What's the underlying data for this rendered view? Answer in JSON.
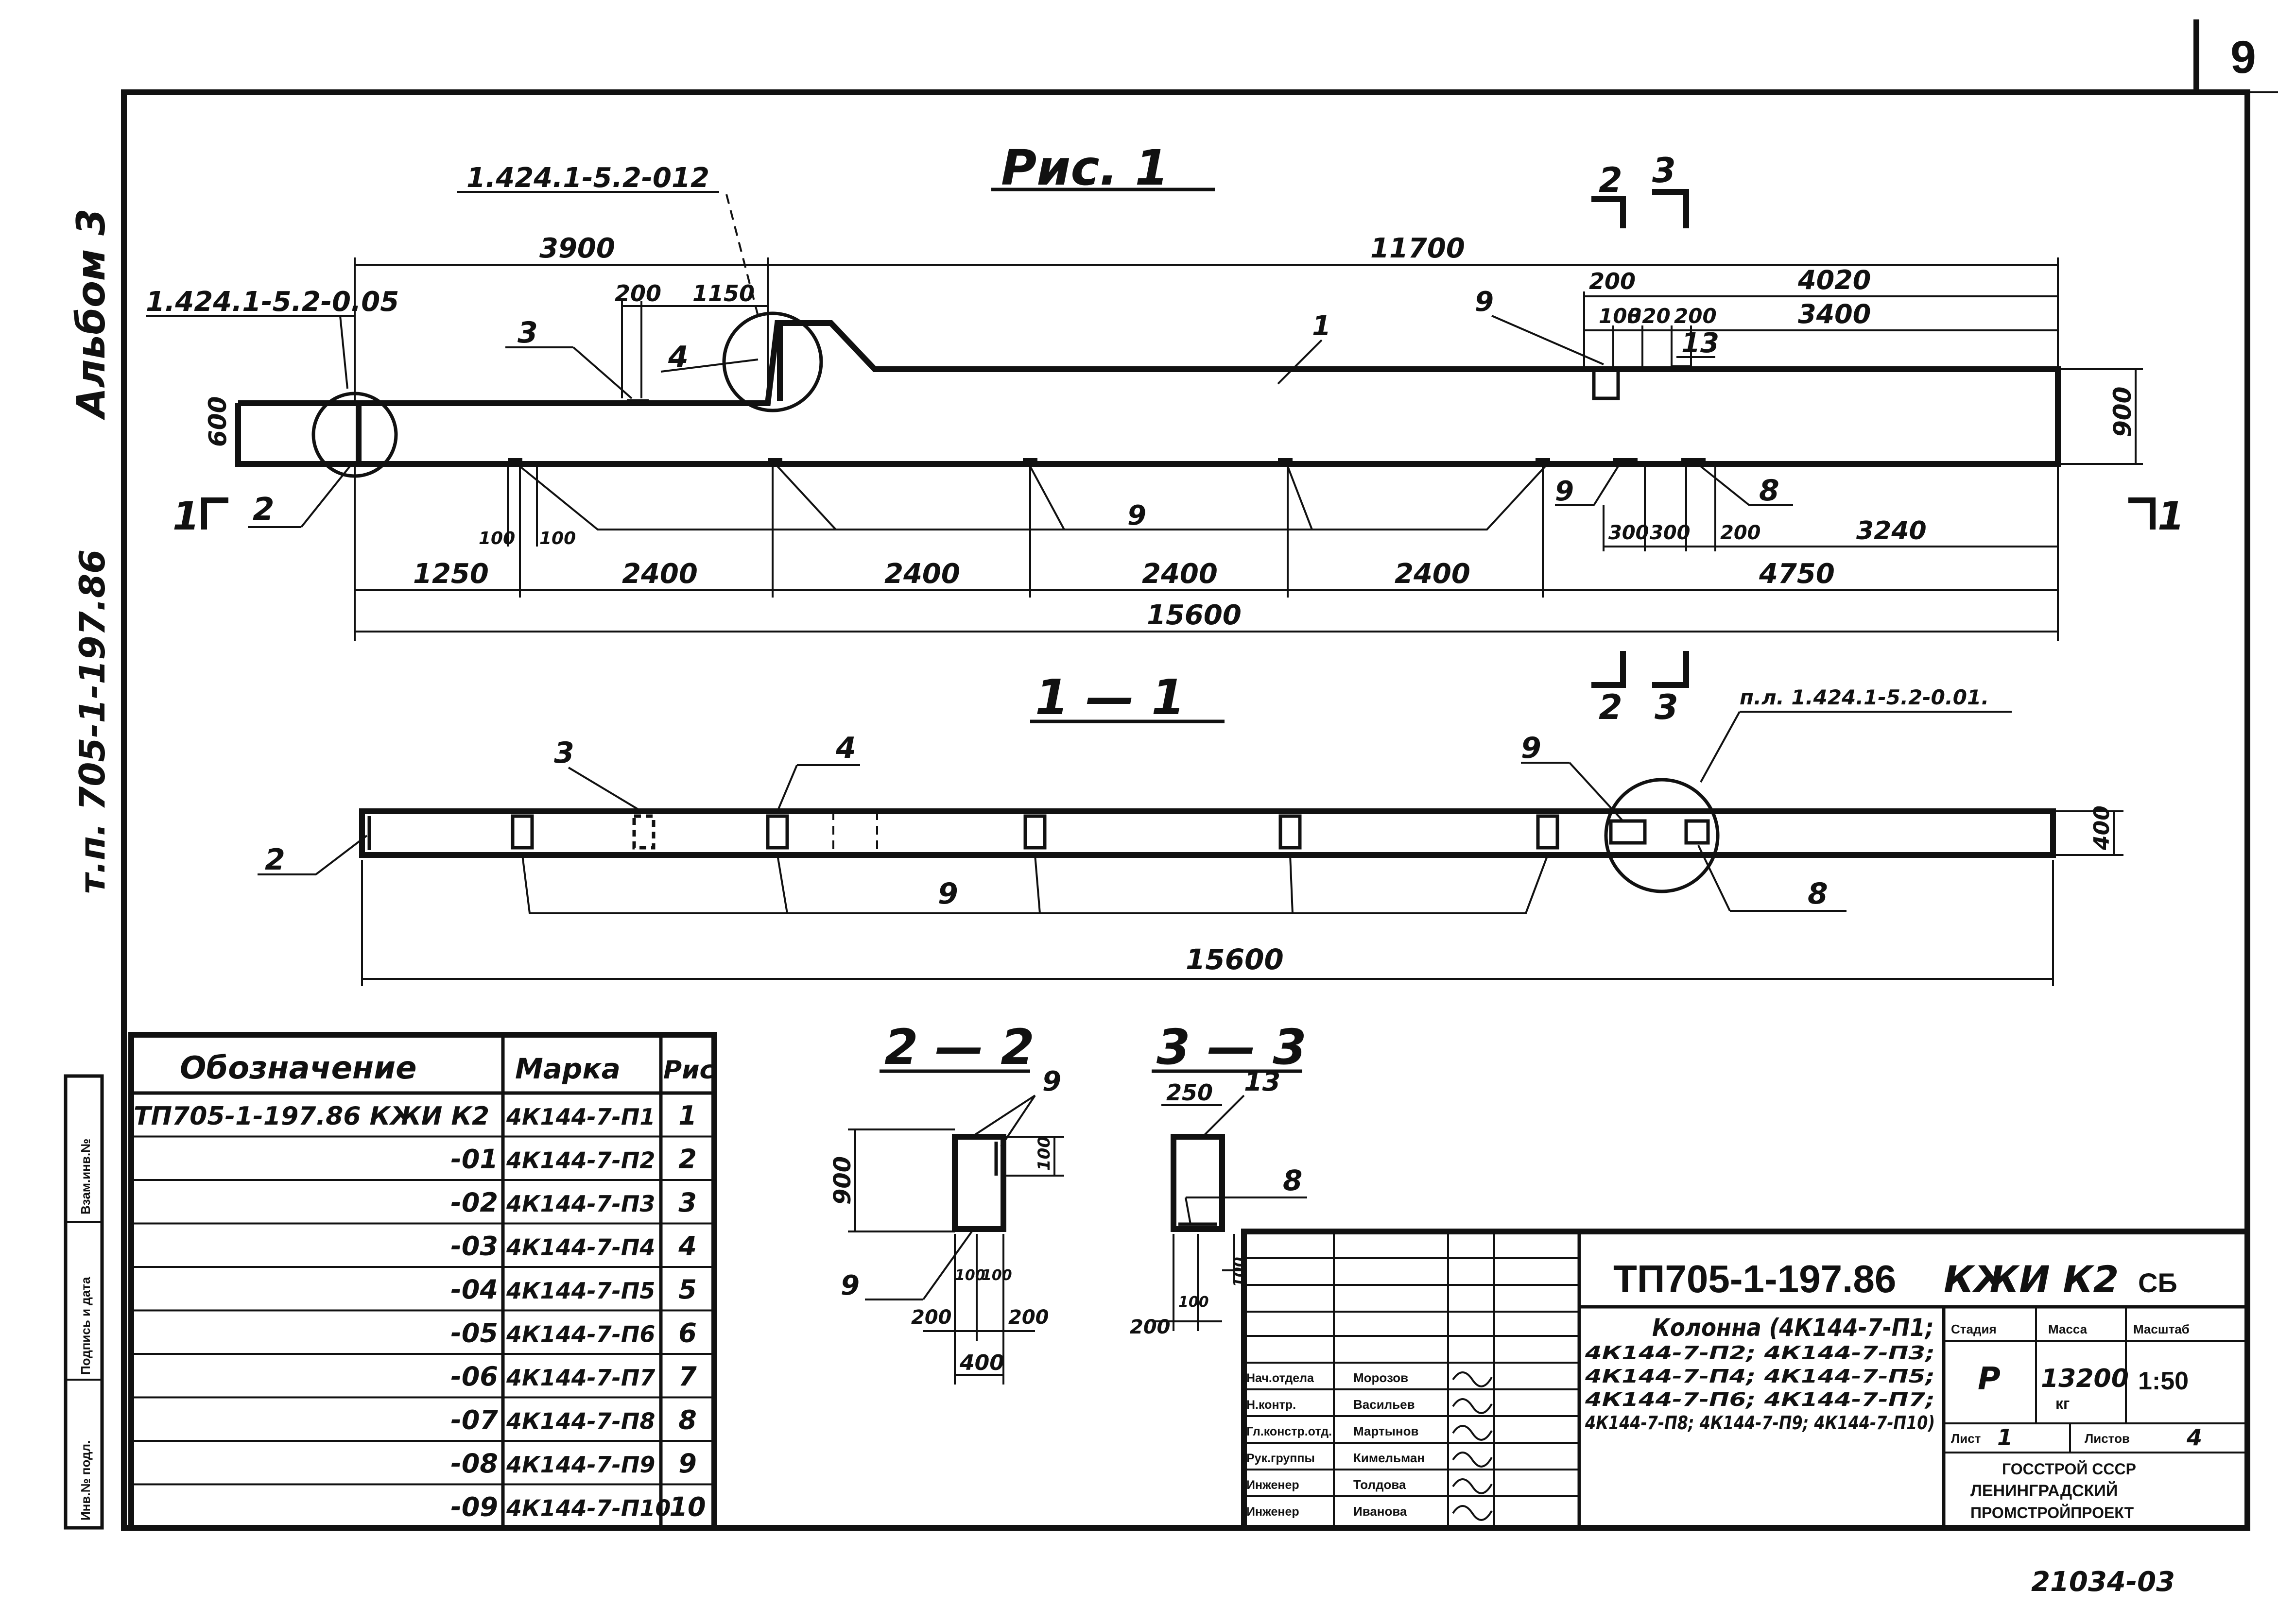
{
  "page_number": "9",
  "album": "Альбом 3",
  "project_code_side": "т.п. 705-1-197.86",
  "fig1": {
    "title": "Рис. 1",
    "ref_left": "1.424.1-5.2-0.05",
    "ref_top": "1.424.1-5.2-012",
    "top_dims": [
      "3900",
      "11700",
      "200",
      "1150",
      "200",
      "4020",
      "100",
      "320",
      "200",
      "3400"
    ],
    "bottom_dims": [
      "100",
      "100",
      "1250",
      "2400",
      "2400",
      "2400",
      "2400",
      "4750",
      "15600",
      "300",
      "300",
      "200",
      "3240"
    ],
    "height_left": "600",
    "height_right": "900",
    "callouts": [
      "1",
      "2",
      "3",
      "4",
      "9",
      "9",
      "9",
      "13",
      "8"
    ],
    "section_marks": [
      "1",
      "1",
      "2",
      "3",
      "2",
      "3"
    ]
  },
  "section11": {
    "title": "1 — 1",
    "ref": "п.л. 1.424.1-5.2-0.01.",
    "callouts": [
      "2",
      "3",
      "4",
      "9",
      "9",
      "8"
    ],
    "height": "400",
    "length": "15600"
  },
  "section22": {
    "title": "2 — 2",
    "dims": [
      "900",
      "100",
      "100",
      "100",
      "200",
      "200",
      "400"
    ],
    "callouts": [
      "9",
      "9"
    ]
  },
  "section33": {
    "title": "3 — 3",
    "dims": [
      "250",
      "100",
      "100",
      "200"
    ],
    "callouts": [
      "13",
      "8"
    ]
  },
  "spec_table": {
    "headers": [
      "Обозначение",
      "Марка",
      "Рис"
    ],
    "rows": [
      [
        "ТП705-1-197.86 КЖИ К2",
        "4К144-7-П1",
        "1"
      ],
      [
        "-01",
        "4К144-7-П2",
        "2"
      ],
      [
        "-02",
        "4К144-7-П3",
        "3"
      ],
      [
        "-03",
        "4К144-7-П4",
        "4"
      ],
      [
        "-04",
        "4К144-7-П5",
        "5"
      ],
      [
        "-05",
        "4К144-7-П6",
        "6"
      ],
      [
        "-06",
        "4К144-7-П7",
        "7"
      ],
      [
        "-07",
        "4К144-7-П8",
        "8"
      ],
      [
        "-08",
        "4К144-7-П9",
        "9"
      ],
      [
        "-09",
        "4К144-7-П10",
        "10"
      ]
    ]
  },
  "side_stamp": [
    "Инв.№ подл.",
    "Подпись и дата",
    "Взам.инв.№"
  ],
  "title_block": {
    "code": "ТП705-1-197.86",
    "doc": "КЖИ К2",
    "suffix": "СБ",
    "name_lines": [
      "Колонна (4К144-7-П1;",
      "4К144-7-П2; 4К144-7-П3;",
      "4К144-7-П4; 4К144-7-П5;",
      "4К144-7-П6; 4К144-7-П7;",
      "4К144-7-П8; 4К144-7-П9; 4К144-7-П10)"
    ],
    "people": [
      [
        "Нач.отдела",
        "Морозов"
      ],
      [
        "Н.контр.",
        "Васильев"
      ],
      [
        "Гл.констр.отд.",
        "Мартынов"
      ],
      [
        "Рук.группы",
        "Кимельман"
      ],
      [
        "Инженер",
        "Толдова"
      ],
      [
        "Инженер",
        "Иванова"
      ]
    ],
    "stage_header": "Стадия",
    "mass_header": "Масса",
    "scale_header": "Масштаб",
    "stage": "Р",
    "mass": "13200",
    "mass_unit": "кг",
    "scale": "1:50",
    "sheet_label": "Лист",
    "sheet": "1",
    "sheets_label": "Листов",
    "sheets": "4",
    "org_lines": [
      "ГОССТРОЙ СССР",
      "ЛЕНИНГРАДСКИЙ",
      "ПРОМСТРОЙПРОЕКТ"
    ]
  },
  "bottom_note": "21034-03"
}
